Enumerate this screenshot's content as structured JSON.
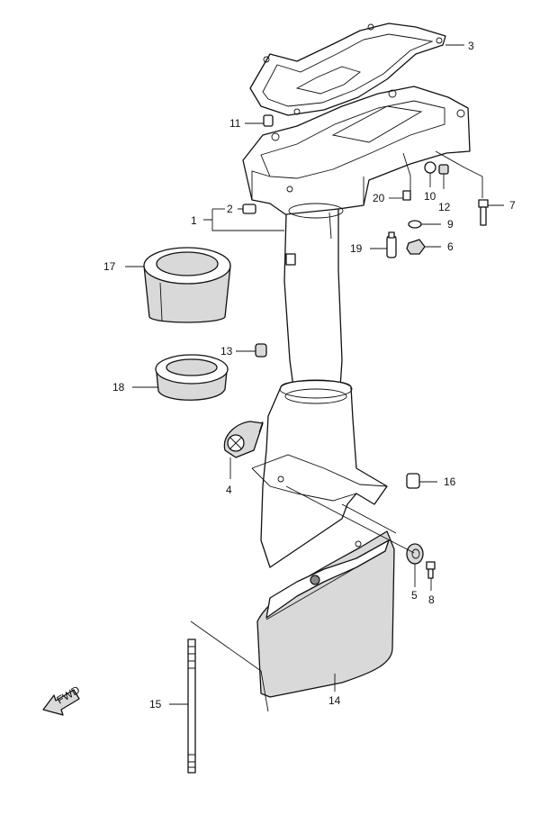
{
  "diagram": {
    "callouts": {
      "c1": "1",
      "c2": "2",
      "c3": "3",
      "c4": "4",
      "c5": "5",
      "c6": "6",
      "c7": "7",
      "c8": "8",
      "c9": "9",
      "c10": "10",
      "c11": "11",
      "c12": "12",
      "c13": "13",
      "c14": "14",
      "c15": "15",
      "c16": "16",
      "c17": "17",
      "c18": "18",
      "c19": "19",
      "c20": "20"
    },
    "fwd_label": "FWD"
  }
}
